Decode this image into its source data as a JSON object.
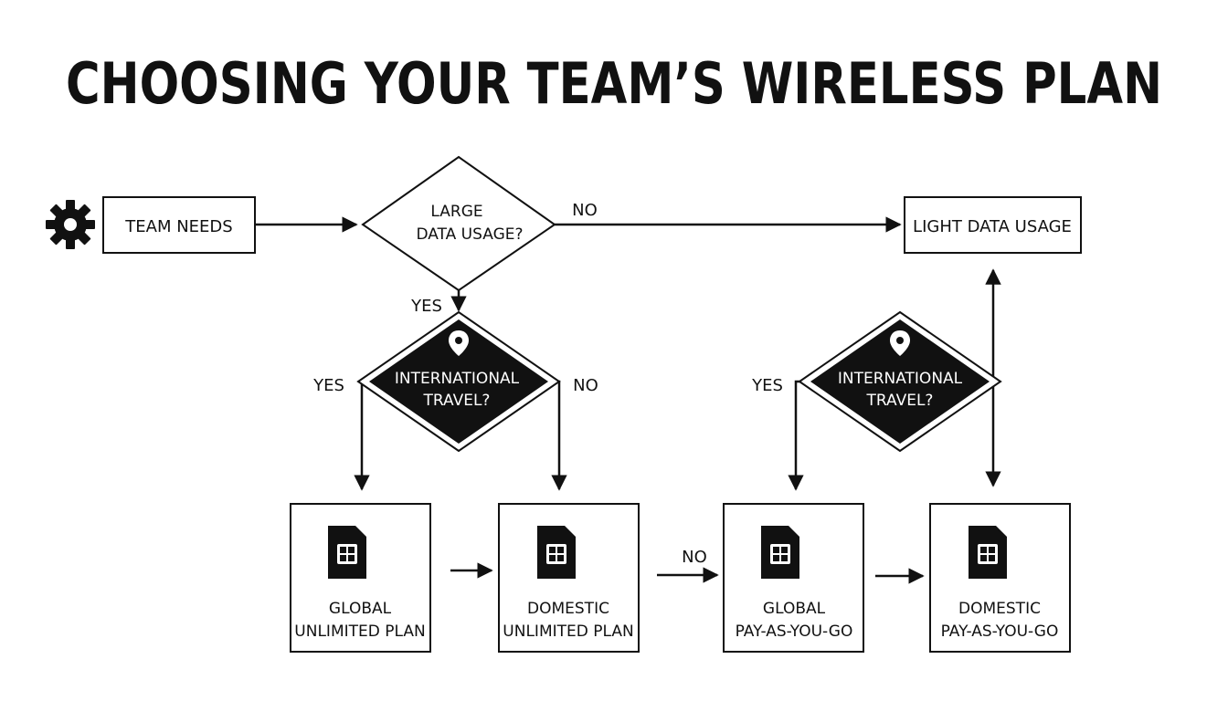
{
  "title": "CHOOSING YOUR TEAM’S WIRELESS PLAN",
  "nodes": {
    "team_needs": {
      "label": "TEAM NEEDS",
      "icon": "gear-icon"
    },
    "large_data": {
      "line1": "LARGE",
      "line2": "DATA USAGE?"
    },
    "light_data": {
      "label": "LIGHT DATA USAGE"
    },
    "intl_left": {
      "line1": "INTERNATIONAL",
      "line2": "TRAVEL?",
      "icon": "location-pin-icon"
    },
    "intl_right": {
      "line1": "INTERNATIONAL",
      "line2": "TRAVEL?",
      "icon": "location-pin-icon"
    },
    "global_unlimited": {
      "line1": "GLOBAL",
      "line2": "UNLIMITED PLAN",
      "icon": "sim-card-icon"
    },
    "domestic_unlimited": {
      "line1": "DOMESTIC",
      "line2": "UNLIMITED PLAN",
      "icon": "sim-card-icon"
    },
    "global_payg": {
      "line1": "GLOBAL",
      "line2": "PAY-AS-YOU-GO",
      "icon": "sim-card-icon"
    },
    "domestic_payg": {
      "line1": "DOMESTIC",
      "line2": "PAY-AS-YOU-GO",
      "icon": "sim-card-icon"
    }
  },
  "edge_labels": {
    "large_no": "NO",
    "large_yes": "YES",
    "intl_left_yes": "YES",
    "intl_left_no": "NO",
    "intl_right_yes": "YES",
    "plans_no": "NO"
  },
  "colors": {
    "ink": "#111111",
    "background": "#ffffff"
  }
}
